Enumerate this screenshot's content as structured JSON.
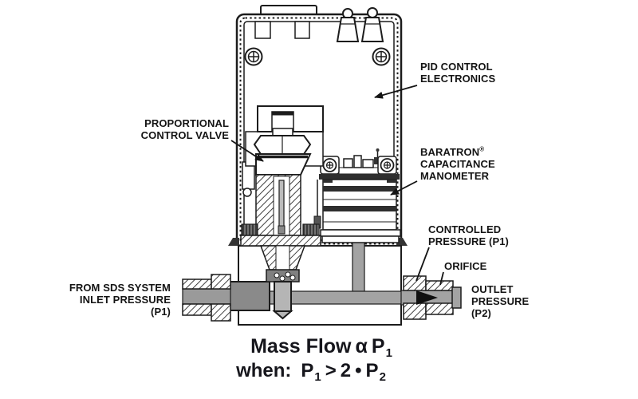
{
  "title": "Pressure controller cross-section diagram",
  "labels": {
    "pid": {
      "line1": "PID CONTROL",
      "line2": "ELECTRONICS"
    },
    "pcv": {
      "line1": "PROPORTIONAL",
      "line2": "CONTROL VALVE"
    },
    "baratron": {
      "line1": "BARATRON",
      "reg": "®",
      "line2": "CAPACITANCE",
      "line3": "MANOMETER"
    },
    "controlled g": {
      "line1": "CONTROLLED"
    },
    "controlled": {
      "line1": "CONTROLLED",
      "line2": "PRESSURE (P1)"
    },
    "orifice": {
      "text": "ORIFICE"
    },
    "outlet": {
      "line1": "OUTLET",
      "line2": "PRESSURE",
      "line3": "(P2)"
    },
    "inlet": {
      "line1": "FROM SDS SYSTEM",
      "line2": "INLET PRESSURE",
      "line3": "(P1)"
    }
  },
  "formula": {
    "line1": {
      "prefix": "Mass Flow",
      "alpha": "α",
      "var": "P",
      "sub": "1"
    },
    "line2": {
      "prefix": "when:",
      "var1": "P",
      "sub1": "1",
      "op": ">",
      "coef": "2",
      "dot": "•",
      "var2": "P",
      "sub2": "2"
    }
  },
  "colors": {
    "line": "#141414",
    "channel_gray": "#a3a3a3",
    "inlet_block_gray": "#8a8a8a",
    "pipe_gray": "#9a9a9a",
    "plunger_gray": "#b5b5b5",
    "dark_band": "#2e2e2e",
    "background": "#ffffff"
  }
}
